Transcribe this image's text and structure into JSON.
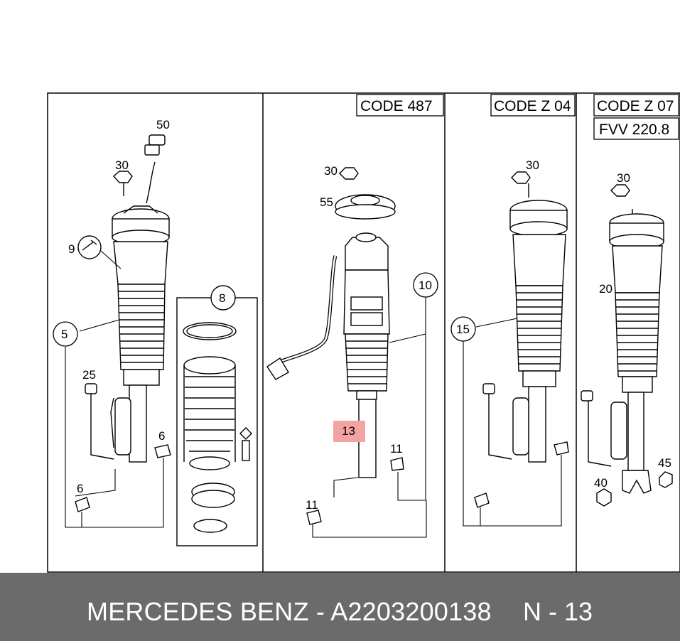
{
  "codes": {
    "code_487": "CODE 487",
    "code_z04": "CODE Z 04",
    "code_z07": "CODE Z 07",
    "fvv": "FVV 220.8"
  },
  "callouts": {
    "c50": "50",
    "c30a": "30",
    "c9": "9",
    "c5": "5",
    "c25": "25",
    "c6a": "6",
    "c6b": "6",
    "c8": "8",
    "c30b": "30",
    "c55": "55",
    "c10": "10",
    "c13": "13",
    "c11a": "11",
    "c11b": "11",
    "c30c": "30",
    "c15": "15",
    "c30d": "30",
    "c20": "20",
    "c45": "45",
    "c40": "40"
  },
  "highlight_color": "#f4a3a3",
  "footer": {
    "brand_part": "MERCEDES BENZ - A2203200138",
    "page": "N - 13"
  }
}
